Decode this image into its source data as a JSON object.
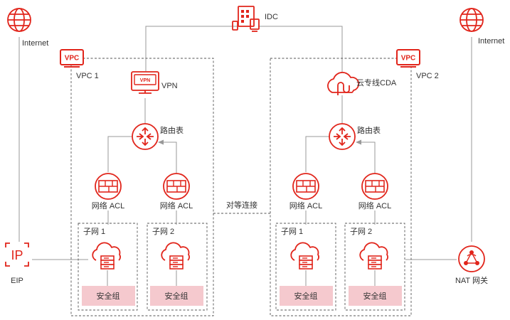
{
  "colors": {
    "accent": "#e1251b",
    "security_group_fill": "#f5c9ce",
    "line": "#999999",
    "text": "#333333"
  },
  "labels": {
    "idc": "IDC",
    "internet_left": "Internet",
    "internet_right": "Internet",
    "vpc1_badge": "VPC",
    "vpc1": "VPC 1",
    "vpc2_badge": "VPC",
    "vpc2": "VPC 2",
    "vpn": "VPN",
    "vpn_badge": "VPN",
    "cda": "云专线CDA",
    "router_left": "路由表",
    "router_right": "路由表",
    "acl_1": "网络 ACL",
    "acl_2": "网络 ACL",
    "acl_3": "网络 ACL",
    "acl_4": "网络 ACL",
    "peering": "对等连接",
    "subnet_1": "子网 1",
    "subnet_2": "子网 2",
    "subnet_3": "子网 1",
    "subnet_4": "子网 2",
    "sg_1": "安全组",
    "sg_2": "安全组",
    "sg_3": "安全组",
    "sg_4": "安全组",
    "eip": "EIP",
    "eip_badge": "IP",
    "nat": "NAT 网关"
  },
  "icons": {
    "idc": "building-icon",
    "internet": "globe-icon",
    "vpc": "vpc-badge-icon",
    "vpn": "vpn-icon",
    "cda": "cloud-direct-connect-icon",
    "router": "router-icon",
    "acl": "firewall-icon",
    "server": "cloud-server-icon",
    "eip": "eip-icon",
    "nat": "nat-gateway-icon"
  }
}
